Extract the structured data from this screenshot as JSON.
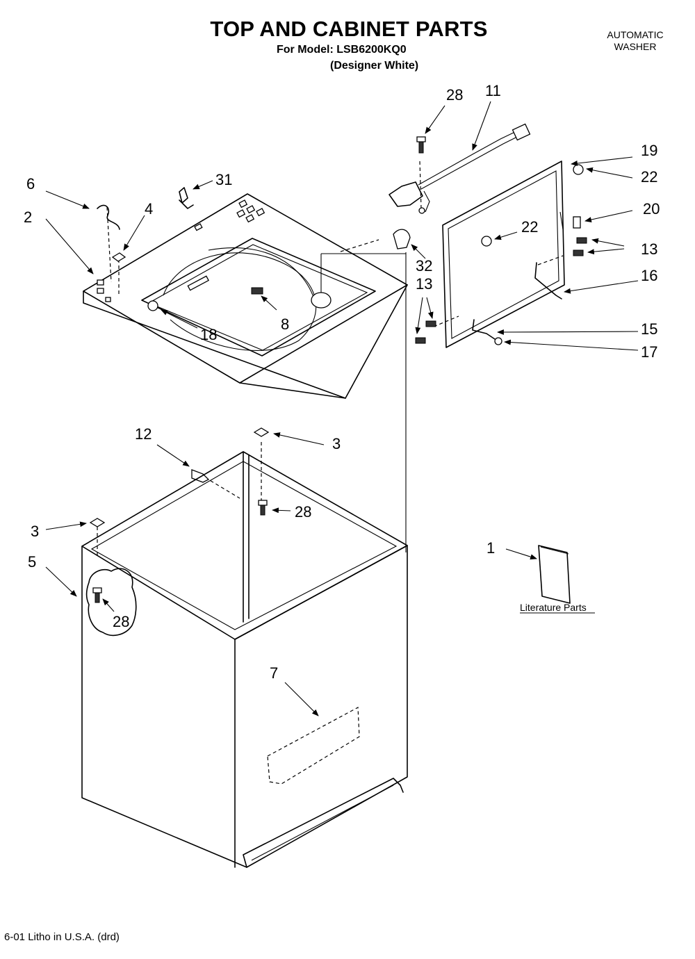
{
  "header": {
    "title": "TOP AND CABINET PARTS",
    "model": "For Model: LSB6200KQ0",
    "color": "(Designer White)",
    "appliance_line1": "AUTOMATIC",
    "appliance_line2": "WASHER"
  },
  "footer": {
    "text": "6-01 Litho in U.S.A. (drd)"
  },
  "literature": {
    "label": "Literature Parts"
  },
  "callouts": {
    "c1": "1",
    "c2": "2",
    "c3a": "3",
    "c3b": "3",
    "c4": "4",
    "c5": "5",
    "c6": "6",
    "c7": "7",
    "c8": "8",
    "c11": "11",
    "c12": "12",
    "c13a": "13",
    "c13b": "13",
    "c15": "15",
    "c16": "16",
    "c17": "17",
    "c18": "18",
    "c19": "19",
    "c20": "20",
    "c22a": "22",
    "c22b": "22",
    "c28a": "28",
    "c28b": "28",
    "c28c": "28",
    "c31": "31",
    "c32": "32"
  }
}
